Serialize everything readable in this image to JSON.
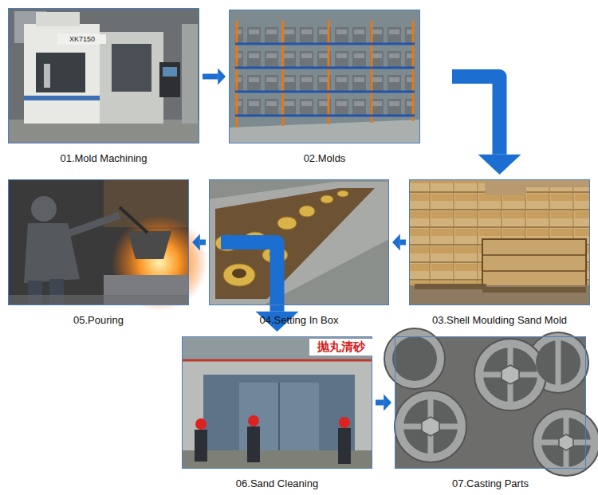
{
  "diagram": {
    "nodes": [
      {
        "text": [
          "01.Mold Machining"
        ]
      },
      {
        "text": [
          "02.Molds"
        ]
      },
      {
        "text": [
          "03.Shell Moulding Sand Mold"
        ]
      },
      {
        "text": [
          "04.Setting In Box"
        ]
      },
      {
        "text": [
          "05.Pouring"
        ]
      },
      {
        "text": [
          "06.Sand Cleaning"
        ]
      },
      {
        "text": [
          "07.Casting Parts"
        ]
      }
    ],
    "edges": [
      {
        "from": 0,
        "to": 1,
        "arrow": "to"
      },
      {
        "from": 1,
        "to": 2,
        "arrow": "to"
      },
      {
        "from": 2,
        "to": 3,
        "arrow": "to"
      },
      {
        "from": 3,
        "to": 4,
        "arrow": "to"
      },
      {
        "from": 4,
        "to": 5,
        "arrow": "to"
      },
      {
        "from": 5,
        "to": 6,
        "arrow": "to"
      }
    ],
    "labels": [
      "XK7150",
      "抛丸清砂"
    ]
  }
}
